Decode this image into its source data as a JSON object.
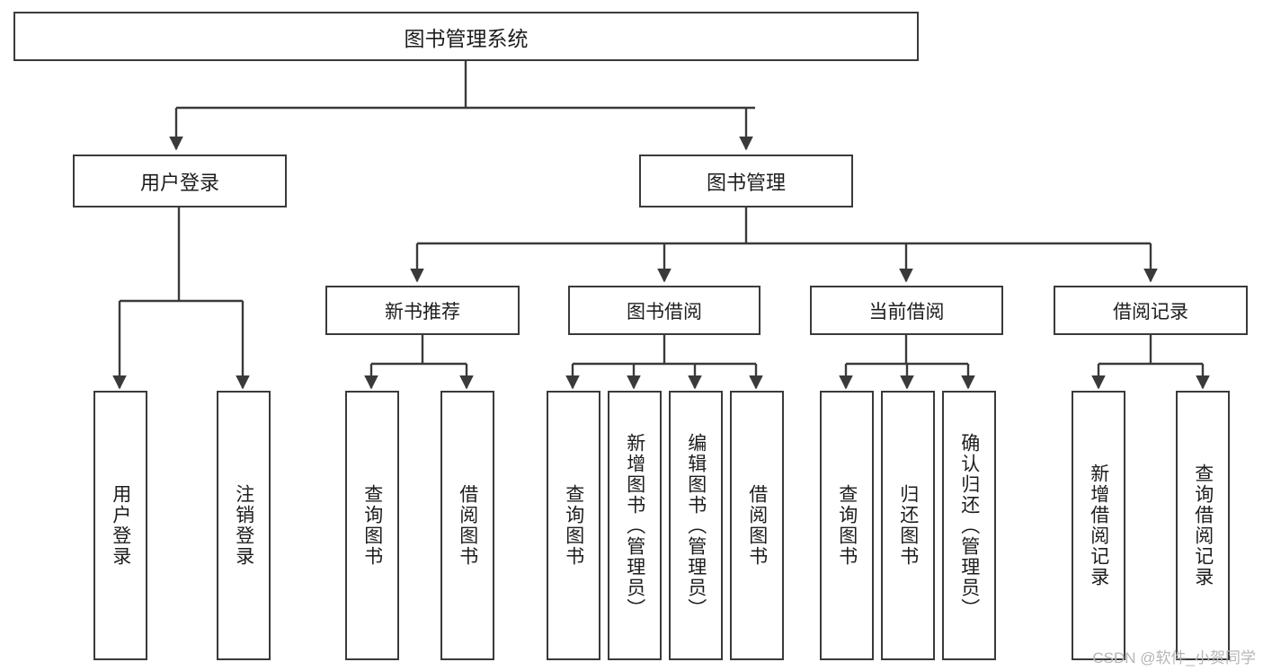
{
  "diagram": {
    "title": "图书管理系统",
    "watermark": "CSDN @软件_小贺同学",
    "line_color": "#3a3a3a",
    "box_fill": "#ffffff",
    "text_color": "#1d1d1d",
    "root": {
      "label": "图书管理系统"
    },
    "level1": [
      {
        "label": "用户登录"
      },
      {
        "label": "图书管理"
      }
    ],
    "level2": [
      {
        "label": "新书推荐"
      },
      {
        "label": "图书借阅"
      },
      {
        "label": "当前借阅"
      },
      {
        "label": "借阅记录"
      }
    ],
    "leaves": {
      "user_login": [
        {
          "label": "用户登录"
        },
        {
          "label": "注销登录"
        }
      ],
      "new_book": [
        {
          "label": "查询图书"
        },
        {
          "label": "借阅图书"
        }
      ],
      "borrow_book": [
        {
          "label": "查询图书"
        },
        {
          "label": "新增图书（管理员）"
        },
        {
          "label": "编辑图书（管理员）"
        },
        {
          "label": "借阅图书"
        }
      ],
      "current_borrow": [
        {
          "label": "查询图书"
        },
        {
          "label": "归还图书"
        },
        {
          "label": "确认归还（管理员）"
        }
      ],
      "borrow_record": [
        {
          "label": "新增借阅记录"
        },
        {
          "label": "查询借阅记录"
        }
      ]
    }
  }
}
